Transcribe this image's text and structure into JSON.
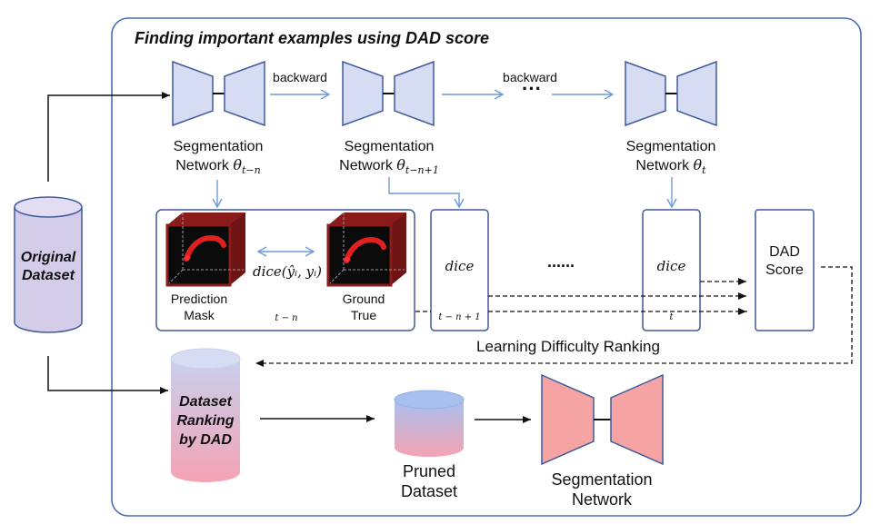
{
  "title": "Finding important examples using DAD score",
  "original_dataset": {
    "line1": "Original",
    "line2": "Dataset"
  },
  "networks": [
    {
      "line1": "Segmentation",
      "line2_text": "Network ",
      "theta": "θ",
      "sub": "t−n"
    },
    {
      "line1": "Segmentation",
      "line2_text": "Network ",
      "theta": "θ",
      "sub": "t−n+1"
    },
    {
      "line1": "Segmentation",
      "line2_text": "Network ",
      "theta": "θ",
      "sub": "t"
    }
  ],
  "backward_labels": [
    "backward",
    "backward"
  ],
  "ellipsis_top": "···",
  "ellipsis_mid": "......",
  "first_box": {
    "prediction_line1": "Prediction",
    "prediction_line2": "Mask",
    "ground_line1": "Ground",
    "ground_line2": "True",
    "dice_formula": "dice(ŷᵢ, yᵢ)",
    "step": "t − n"
  },
  "dice_boxes": [
    {
      "label": "dice",
      "step": "t − n + 1"
    },
    {
      "label": "dice",
      "step": "t"
    }
  ],
  "dad_score": {
    "line1": "DAD",
    "line2": "Score"
  },
  "ranking_label": "Learning Difficulty Ranking",
  "ranking_db": {
    "line1": "Dataset",
    "line2": "Ranking",
    "line3": "by DAD"
  },
  "pruned": {
    "line1": "Pruned",
    "line2": "Dataset"
  },
  "final_network": {
    "line1": "Segmentation",
    "line2": "Network"
  },
  "colors": {
    "frame": "#4a6db0",
    "network_fill": "#d6dcf2",
    "network_stroke": "#3f5a9c",
    "arrow_blue": "#6f9ad6",
    "final_network_fill": "#f5a3a3",
    "final_network_stroke": "#3f5a9c",
    "cube_red": "#8b1a1a",
    "db_purple": "#d4cdea"
  }
}
